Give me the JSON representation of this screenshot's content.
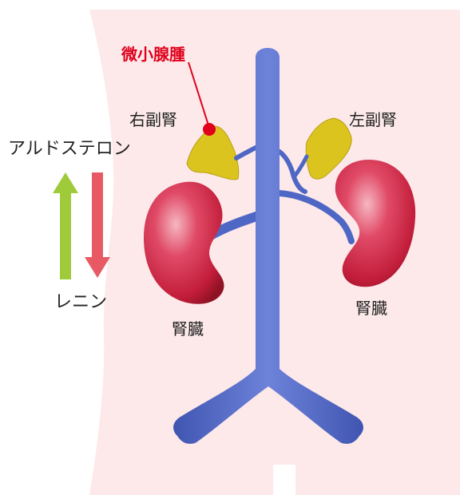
{
  "labels": {
    "adenoma": "微小腺腫",
    "right_adrenal": "右副腎",
    "left_adrenal": "左副腎",
    "aldosterone": "アルドステロン",
    "renin": "レニン",
    "kidney_left_side": "腎臓",
    "kidney_right_side": "腎臓"
  },
  "colors": {
    "body": "#fde9ea",
    "vessel": "#4f67c4",
    "adrenal": "#d9c21c",
    "kidney": "#d92f4f",
    "up_arrow": "#9fcb3b",
    "down_arrow": "#e85a63",
    "adenoma": "#e0001b"
  },
  "icons": {
    "up_arrow": "arrow-up-icon",
    "down_arrow": "arrow-down-icon"
  }
}
